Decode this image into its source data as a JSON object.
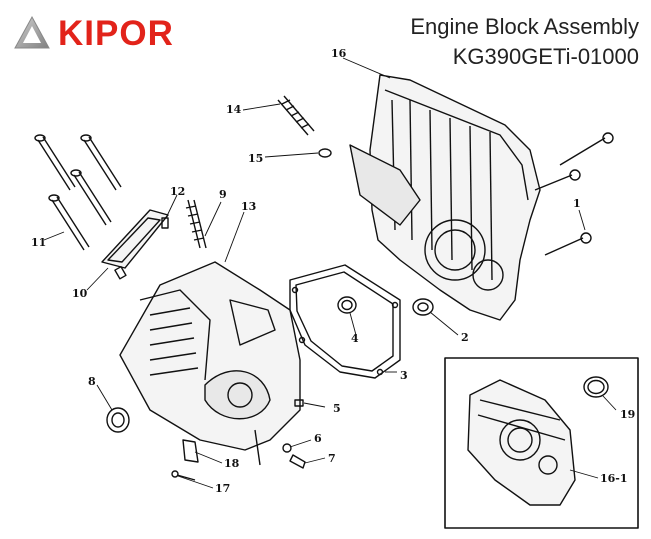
{
  "header": {
    "brand": "KIPOR",
    "title": "Engine Block Assembly",
    "model": "KG390GETi-01000"
  },
  "colors": {
    "brand": "#e2231a",
    "line": "#111111"
  },
  "callouts": {
    "c1": "1",
    "c2": "2",
    "c3": "3",
    "c4": "4",
    "c5": "5",
    "c6": "6",
    "c7": "7",
    "c8": "8",
    "c9": "9",
    "c10": "10",
    "c11": "11",
    "c12": "12",
    "c13": "13",
    "c14": "14",
    "c15": "15",
    "c16": "16",
    "c17": "17",
    "c18": "18",
    "c19": "19",
    "c16_1": "16-1"
  },
  "icons": {
    "logo": "kipor-triangle-logo"
  }
}
